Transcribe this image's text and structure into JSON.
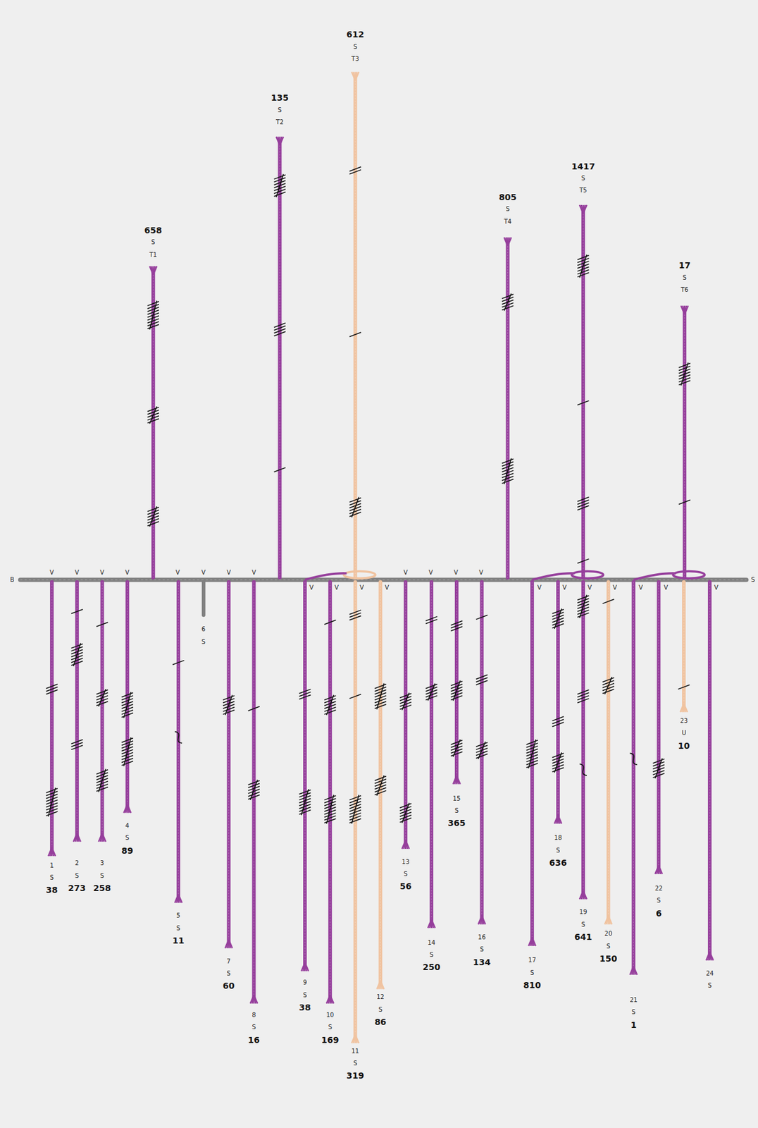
{
  "diagram": {
    "labels": [
      "B",
      "S",
      "658",
      "S",
      "T1",
      "135",
      "S",
      "T2",
      "612",
      "S",
      "T3",
      "805",
      "S",
      "T4",
      "1417",
      "S",
      "T5",
      "17",
      "S",
      "T6",
      "1",
      "S",
      "38",
      "2",
      "S",
      "273",
      "3",
      "S",
      "258",
      "4",
      "S",
      "89",
      "5",
      "S",
      "11",
      "6",
      "S",
      "7",
      "S",
      "60",
      "8",
      "S",
      "16",
      "9",
      "S",
      "38",
      "10",
      "S",
      "169",
      "11",
      "S",
      "319",
      "12",
      "S",
      "86",
      "13",
      "S",
      "56",
      "14",
      "S",
      "250",
      "15",
      "S",
      "365",
      "16",
      "S",
      "134",
      "17",
      "S",
      "810",
      "18",
      "S",
      "636",
      "19",
      "S",
      "641",
      "20",
      "S",
      "150",
      "21",
      "S",
      "1",
      "22",
      "S",
      "6",
      "23",
      "U",
      "10",
      "24",
      "S",
      "V",
      "V",
      "V",
      "V",
      "V",
      "V",
      "V",
      "V",
      "V",
      "V",
      "V",
      "V",
      "V",
      "V",
      "V",
      "V",
      "V",
      "V",
      "V",
      "V",
      "V",
      "V",
      "V"
    ]
  }
}
